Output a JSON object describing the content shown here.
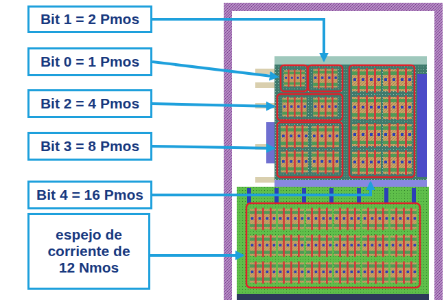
{
  "diagram": {
    "nodes": [
      {
        "text": [
          "Bit 1 = 2 Pmos"
        ]
      },
      {
        "text": [
          "Bit 0 = 1 Pmos"
        ]
      },
      {
        "text": [
          "Bit 2 = 4 Pmos"
        ]
      },
      {
        "text": [
          "Bit 3 = 8 Pmos"
        ]
      },
      {
        "text": [
          "Bit 4 = 16 Pmos"
        ]
      },
      {
        "text": [
          "espejo de corriente de 12 Nmos"
        ]
      }
    ]
  }
}
